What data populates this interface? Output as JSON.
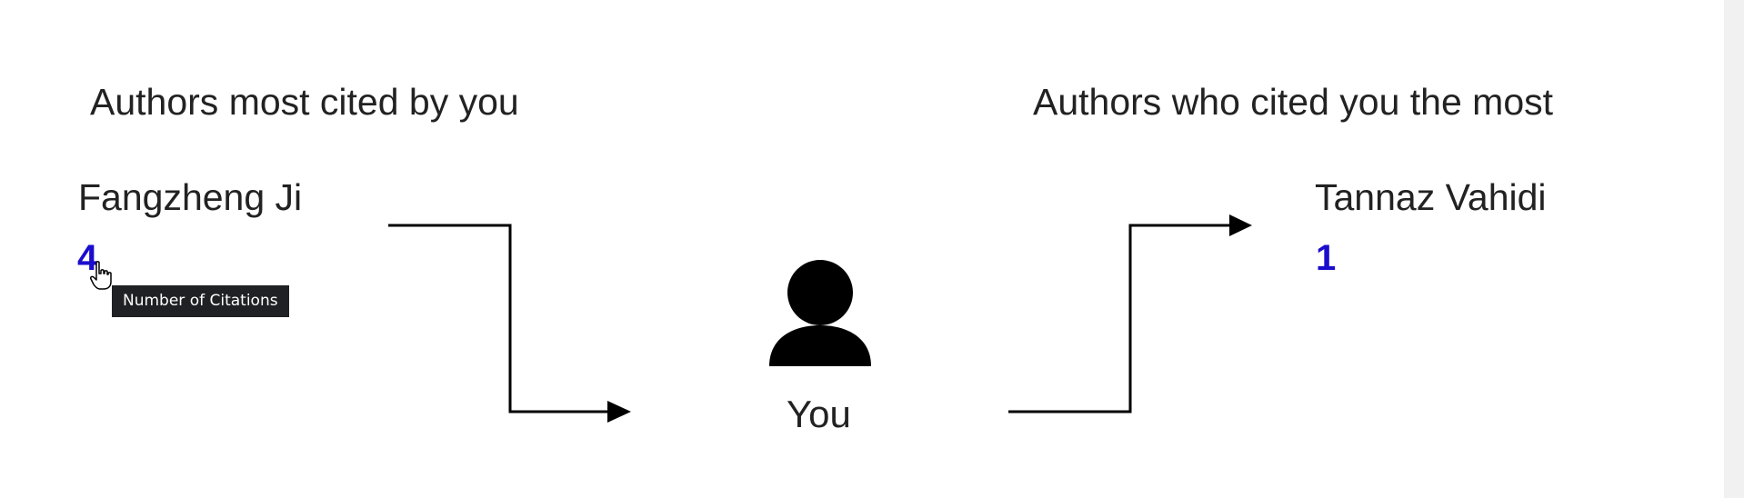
{
  "sections": {
    "left_heading": "Authors most cited by you",
    "right_heading": "Authors who cited you the most"
  },
  "left_author": {
    "name": "Fangzheng Ji",
    "count": "4"
  },
  "right_author": {
    "name": "Tannaz Vahidi",
    "count": "1"
  },
  "center": {
    "label": "You",
    "icon": "user-icon"
  },
  "tooltip": {
    "text": "Number of Citations"
  },
  "colors": {
    "link": "#1a0dcc",
    "text": "#222222",
    "tooltip_bg": "#202124"
  }
}
